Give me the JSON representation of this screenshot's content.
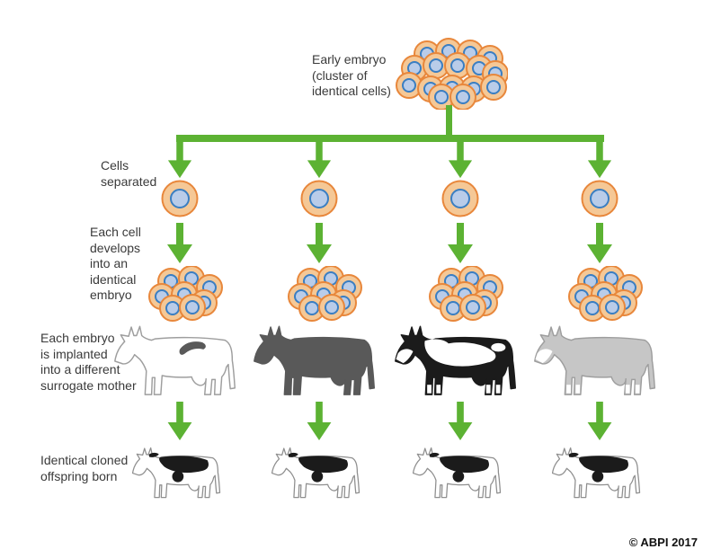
{
  "labels": {
    "early_embryo": "Early embryo\n(cluster of\nidentical cells)",
    "cells_separated": "Cells\nseparated",
    "each_cell_develops": "Each cell\ndevelops\ninto an\nidentical\nembryo",
    "each_embryo_implanted": "Each embryo\nis implanted\ninto a different\nsurrogate mother",
    "identical_offspring": "Identical cloned\noffspring born"
  },
  "copyright": "© ABPI 2017",
  "colors": {
    "arrow_green": "#5cb233",
    "cell_fill": "#f5c896",
    "cell_border": "#e8873b",
    "nucleus_fill": "#b9cce9",
    "nucleus_border": "#3a7ec2",
    "text": "#3a3a3a",
    "background": "#ffffff"
  },
  "cows": [
    {
      "pattern": "white with grey patch",
      "body": "#ffffff",
      "outline": "#9e9e9e",
      "patch": "#595959"
    },
    {
      "pattern": "solid dark grey",
      "body": "#595959",
      "outline": "#595959"
    },
    {
      "pattern": "black with white patches",
      "body": "#1b1b1b",
      "outline": "#1b1b1b",
      "patch": "#ffffff"
    },
    {
      "pattern": "light grey with white markings",
      "body": "#c6c6c6",
      "outline": "#9e9e9e",
      "patch": "#ffffff"
    }
  ],
  "calf": {
    "pattern": "white with black patches",
    "body": "#ffffff",
    "outline": "#8f8f8f",
    "patch": "#1b1b1b"
  }
}
